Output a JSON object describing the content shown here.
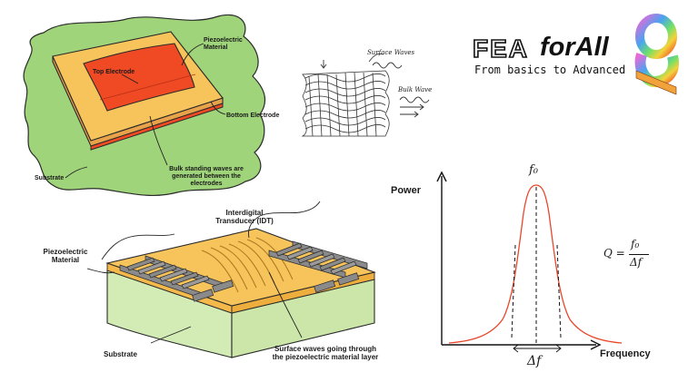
{
  "diagram1": {
    "top_electrode": "Top Electrode",
    "piezo_material": "Piezoelectric Material",
    "bottom_electrode": "Bottom Electrode",
    "substrate": "Substrate",
    "bulk_waves": "Bulk standing waves are generated between the electrodes",
    "colors": {
      "substrate": "#9fd47a",
      "piezo": "#f7c45b",
      "electrode": "#f04a24"
    }
  },
  "wave_sketch": {
    "surface_waves": "Surface Waves",
    "bulk_wave": "Bulk Wave"
  },
  "logo": {
    "fea": "FEA",
    "forall": "forAll",
    "tagline": "From basics to Advanced"
  },
  "diagram2": {
    "idt": "Interdigital Transducer (IDT)",
    "piezo_material": "Piezoelectric Material",
    "substrate": "Substrate",
    "surface_waves": "Surface waves going through the piezoelectric material layer",
    "colors": {
      "substrate": "#d3ecb5",
      "piezo": "#f7c45b",
      "idt": "#8a8a8a"
    }
  },
  "resonance": {
    "y_label": "Power",
    "x_label": "Frequency",
    "peak_label": "f₀",
    "bandwidth_label": "Δf",
    "q_formula": {
      "lhs": "Q =",
      "numerator": "f₀",
      "denominator": "Δf"
    },
    "curve_color": "#e8472b"
  }
}
